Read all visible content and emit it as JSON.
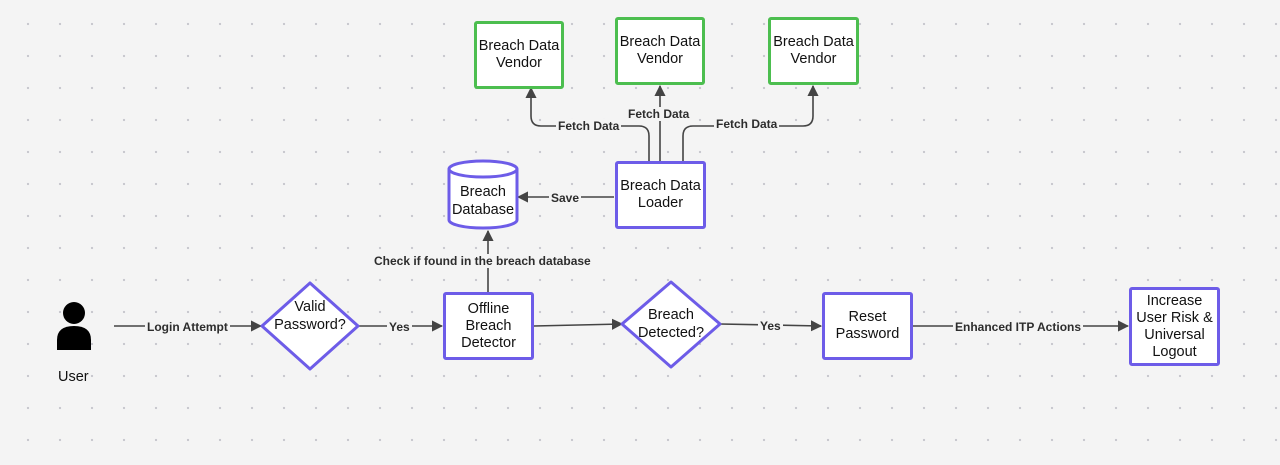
{
  "nodes": {
    "vendor_1": "Breach Data Vendor",
    "vendor_2": "Breach Data Vendor",
    "vendor_3": "Breach Data Vendor",
    "breach_database": "Breach Database",
    "breach_data_loader": "Breach Data Loader",
    "user": "User",
    "valid_password": "Valid Password?",
    "offline_breach_detector": "Offline Breach Detector",
    "breach_detected": "Breach Detected?",
    "reset_password": "Reset Password",
    "increase_user_risk": "Increase User Risk & Universal Logout"
  },
  "edges": {
    "fetch_data_1": "Fetch Data",
    "fetch_data_2": "Fetch Data",
    "fetch_data_3": "Fetch Data",
    "save": "Save",
    "check_breach_db": "Check if found in the breach database",
    "login_attempt": "Login Attempt",
    "yes_1": "Yes",
    "yes_2": "Yes",
    "enhanced_itp": "Enhanced ITP Actions"
  },
  "colors": {
    "process_border": "#6d5ce8",
    "vendor_border": "#4cbe4f",
    "connector": "#444444"
  },
  "icons": {
    "user": "person-icon"
  }
}
